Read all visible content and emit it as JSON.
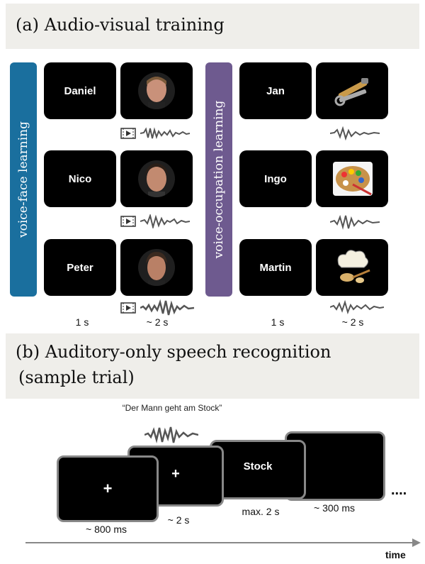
{
  "panel_a": {
    "header": "(a)  Audio-visual training",
    "left_label": "voice-face learning",
    "right_label": "voice-occupation learning",
    "left_rows": [
      {
        "name": "Daniel",
        "icon": "face-photo-icon"
      },
      {
        "name": "Nico",
        "icon": "face-photo-icon"
      },
      {
        "name": "Peter",
        "icon": "face-photo-icon"
      }
    ],
    "right_rows": [
      {
        "name": "Jan",
        "icon": "tools-icon"
      },
      {
        "name": "Ingo",
        "icon": "palette-icon"
      },
      {
        "name": "Martin",
        "icon": "chef-icon"
      }
    ],
    "timing_left_name": "1 s",
    "timing_left_image": "~ 2 s",
    "timing_right_name": "1 s",
    "timing_right_image": "~ 2 s"
  },
  "panel_b": {
    "header_line1": "(b)  Auditory-only speech recognition",
    "header_line2": "(sample trial)",
    "sentence": "“Der Mann geht am Stock”",
    "screens": [
      {
        "text": "+",
        "duration": "~ 800 ms"
      },
      {
        "text": "+",
        "duration": "~ 2 s"
      },
      {
        "text": "Stock",
        "duration": "max. 2 s"
      },
      {
        "text": "",
        "duration": "~ 300 ms"
      }
    ],
    "ellipsis": "....",
    "time_label": "time"
  },
  "colors": {
    "header_bg": "#efeeea",
    "left_label_bg": "#1a6f9e",
    "right_label_bg": "#6e5a8f",
    "screen_border": "#888888"
  }
}
